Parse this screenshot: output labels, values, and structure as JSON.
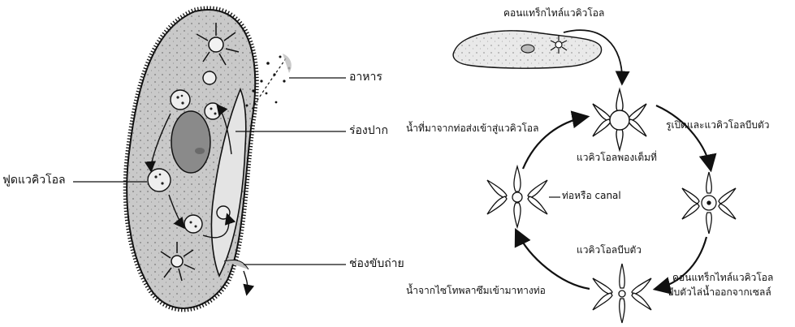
{
  "left_figure": {
    "labels": {
      "food": "อาหาร",
      "oral_groove": "ร่องปาก",
      "food_vacuole": "ฟูดแวคิวโอล",
      "anal_pore": "ช่องขับถ่าย"
    }
  },
  "right_figure": {
    "labels": {
      "cv_top": "คอนแทร็กไทล์แวคิวโอล",
      "full": "แวคิวโอลพองเต็มที่",
      "opening": "รูเปิดและแวคิวโอลบีบตัว",
      "canal": "ท่อหรือ canal",
      "water_in": "น้ำที่มาจากท่อส่งเข้าสู่แวคิวโอล",
      "contracting": "แวคิวโอลบีบตัว",
      "from_cytoplasm": "น้ำจากไซโทพลาซึมเข้ามาทางท่อ",
      "squeeze_line1": "คอนแทร็กไทล์แวคิวโอล",
      "squeeze_line2": "บีบตัวไล่น้ำออกจากเซลล์"
    }
  },
  "colors": {
    "ink": "#1a1a1a",
    "shade": "#c8c8c8"
  }
}
